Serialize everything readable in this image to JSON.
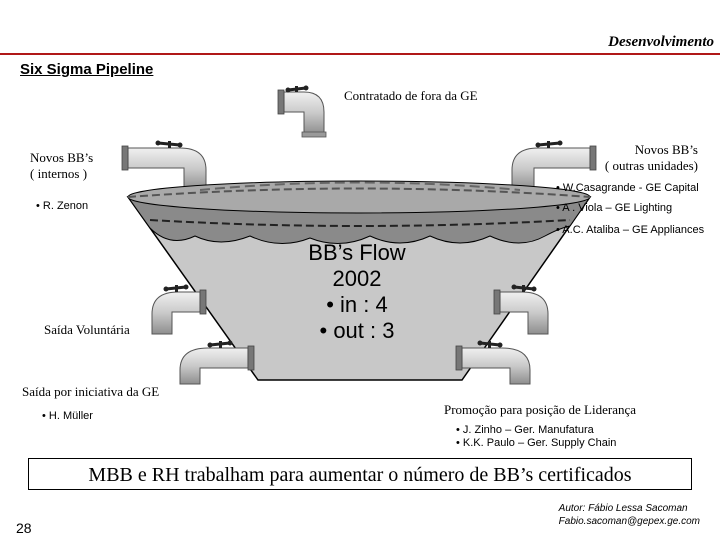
{
  "header": {
    "section": "Desenvolvimento",
    "accent_color": "#b01818"
  },
  "title": "Six Sigma Pipeline",
  "inflows": {
    "outside": "Contratado de fora da GE",
    "internal": {
      "label": "Novos BB’s\n( internos )",
      "people": [
        "• R. Zenon"
      ]
    },
    "other_units": {
      "label": "Novos BB’s\n( outras unidades)",
      "people": [
        "• W.Casagrande - GE Capital",
        "• A . Viola – GE Lighting",
        "• A.C. Ataliba – GE Appliances"
      ]
    }
  },
  "tank": {
    "title": "BB’s Flow",
    "year": "2002",
    "in": "• in : 4",
    "out": "• out : 3",
    "colors": {
      "dark": "#8a8a8a",
      "light": "#c8c8c8"
    }
  },
  "outflows": {
    "voluntary": "Saída Voluntária",
    "ge_initiative": {
      "label": "Saída por iniciativa da GE",
      "people": [
        "• H. Müller"
      ]
    },
    "promotion": {
      "label": "Promoção para posição de Liderança",
      "people": [
        "• J. Zinho – Ger. Manufatura",
        "• K.K. Paulo – Ger. Supply Chain"
      ]
    }
  },
  "banner": "MBB e RH trabalham para aumentar o número de BB’s certificados",
  "footer": {
    "page": "28",
    "author_line1": "Autor: Fábio Lessa Sacoman",
    "author_line2": "Fabio.sacoman@gepex.ge.com"
  }
}
